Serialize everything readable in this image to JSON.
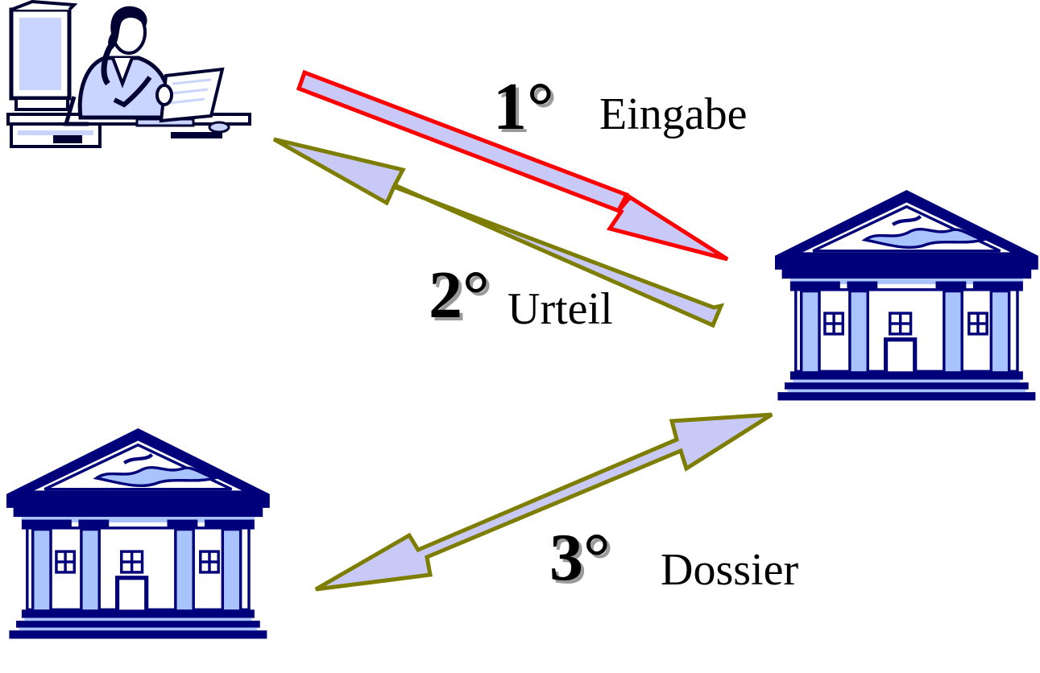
{
  "colors": {
    "arrow_fill": "#c9c9f7",
    "arrow_step1_stroke": "#ff0000",
    "arrow_step2_stroke": "#7d7d00",
    "arrow_step3_stroke": "#7d7d00",
    "building_dark": "#00007b",
    "building_light": "#a9c3ff",
    "clerk_dark": "#000033",
    "clerk_light": "#c9d4ff"
  },
  "icons": {
    "clerk": "person-at-computer-icon",
    "court_upper": "court-building-icon",
    "court_lower": "court-building-icon"
  },
  "steps": [
    {
      "number": "1°",
      "label": "Eingabe"
    },
    {
      "number": "2°",
      "label": "Urteil"
    },
    {
      "number": "3°",
      "label": "Dossier"
    }
  ]
}
